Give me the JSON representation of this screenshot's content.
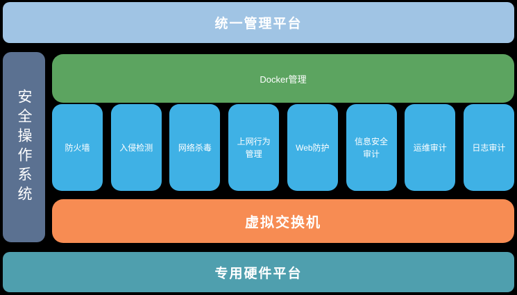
{
  "diagram": {
    "title": "统一管理平台",
    "top_bar": {
      "label": "统一管理平台"
    },
    "sidebar": {
      "label": "安全操作系统"
    },
    "docker_bar": {
      "label": "Docker管理"
    },
    "modules": [
      {
        "label": "防火墙"
      },
      {
        "label": "入侵检测"
      },
      {
        "label": "网络杀毒"
      },
      {
        "label": "上网行为管理"
      },
      {
        "label": "Web防护"
      },
      {
        "label": "信息安全审计"
      },
      {
        "label": "运维审计"
      },
      {
        "label": "日志审计"
      }
    ],
    "switch_bar": {
      "label": "虚拟交换机"
    },
    "hardware_bar": {
      "label": "专用硬件平台"
    },
    "colors": {
      "background": "#000000",
      "top_bar": "#a0c4e4",
      "sidebar": "#5b7191",
      "docker_bar": "#5ca460",
      "module_box": "#3fb1e5",
      "switch_bar": "#f78c53",
      "hardware_bar": "#4f9fae",
      "text": "#ffffff"
    }
  }
}
